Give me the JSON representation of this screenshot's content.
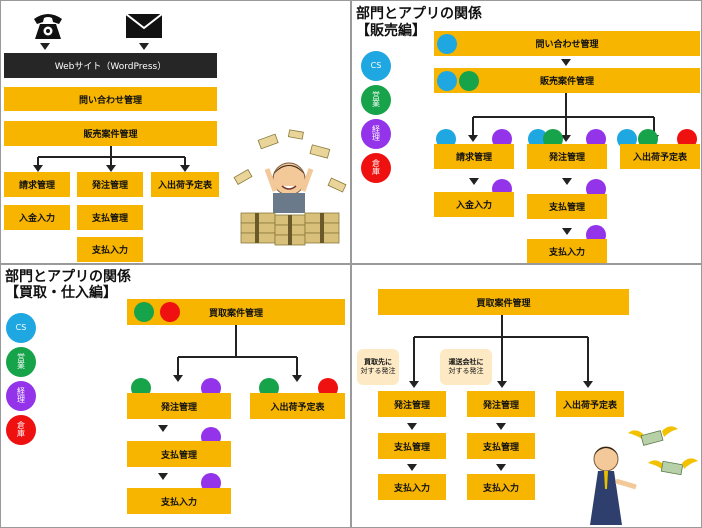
{
  "panels": {
    "top_left": {
      "website": "Webサイト（WordPress）",
      "inquiry": "問い合わせ管理",
      "sales_case": "販売案件管理",
      "billing": "請求管理",
      "deposit": "入金入力",
      "order": "発注管理",
      "payment_mgmt": "支払管理",
      "payment_input": "支払入力",
      "shipping_schedule": "入出荷予定表"
    },
    "top_right": {
      "title_line1": "部門とアプリの関係",
      "title_line2": "【販売編】",
      "inquiry": "問い合わせ管理",
      "sales_case": "販売案件管理",
      "billing": "請求管理",
      "deposit": "入金入力",
      "order": "発注管理",
      "payment_mgmt": "支払管理",
      "payment_input": "支払入力",
      "shipping_schedule": "入出荷予定表"
    },
    "bottom_left": {
      "title_line1": "部門とアプリの関係",
      "title_line2": "【買取・仕入編】",
      "purchase_case": "買取案件管理",
      "order": "発注管理",
      "payment_mgmt": "支払管理",
      "payment_input": "支払入力",
      "shipping_schedule": "入出荷予定表"
    },
    "bottom_right": {
      "purchase_case": "買取案件管理",
      "note_purchaser_line1": "買取先に",
      "note_purchaser_line2": "対する発注",
      "note_carrier_line1": "運送会社に",
      "note_carrier_line2": "対する発注",
      "order_a": "発注管理",
      "order_b": "発注管理",
      "payment_mgmt_a": "支払管理",
      "payment_mgmt_b": "支払管理",
      "payment_input_a": "支払入力",
      "payment_input_b": "支払入力",
      "shipping_schedule": "入出荷予定表"
    }
  },
  "legend": {
    "cs": "CS",
    "sales": "営\n業",
    "accounting": "経\n理",
    "warehouse": "倉\n庫"
  },
  "colors": {
    "box": "#f7b500",
    "cs": "#1ea7e1",
    "sales": "#16a34a",
    "accounting": "#9333ea",
    "warehouse": "#ef1010"
  },
  "icons": [
    "telephone-icon",
    "envelope-icon",
    "money-rain-illustration",
    "flying-money-illustration"
  ]
}
